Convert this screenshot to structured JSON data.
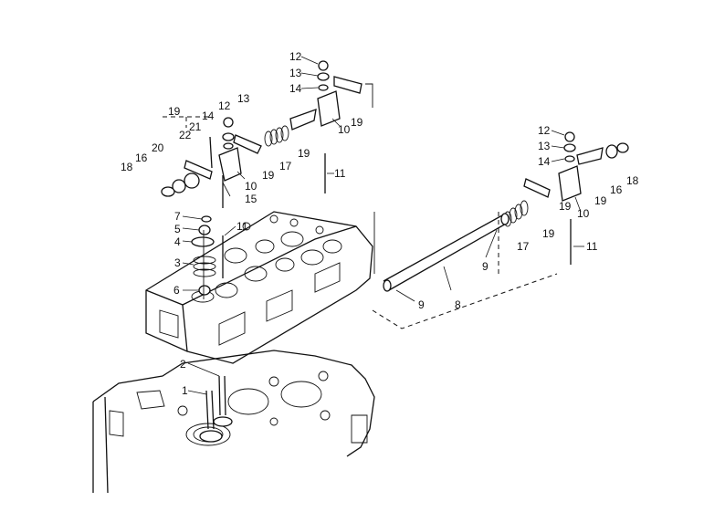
{
  "callouts": {
    "c1": "1",
    "c2": "2",
    "c3": "3",
    "c4": "4",
    "c5": "5",
    "c6": "6",
    "c7": "7",
    "c8": "8",
    "c9a": "9",
    "c9b": "9",
    "c10a": "10",
    "c10b": "10",
    "c10c": "10",
    "c11a": "11",
    "c11b": "11",
    "c11c": "11",
    "c12a": "12",
    "c12b": "12",
    "c12c": "12",
    "c13a": "13",
    "c13b": "13",
    "c13c": "13",
    "c14a": "14",
    "c14b": "14",
    "c14c": "14",
    "c15": "15",
    "c16a": "16",
    "c16b": "16",
    "c17a": "17",
    "c17b": "17",
    "c18a": "18",
    "c18b": "18",
    "c19a": "19",
    "c19b": "19",
    "c19c": "19",
    "c19d": "19",
    "c19e": "19",
    "c19f": "19",
    "c19g": "19",
    "c20": "20",
    "c21": "21",
    "c22": "22"
  }
}
